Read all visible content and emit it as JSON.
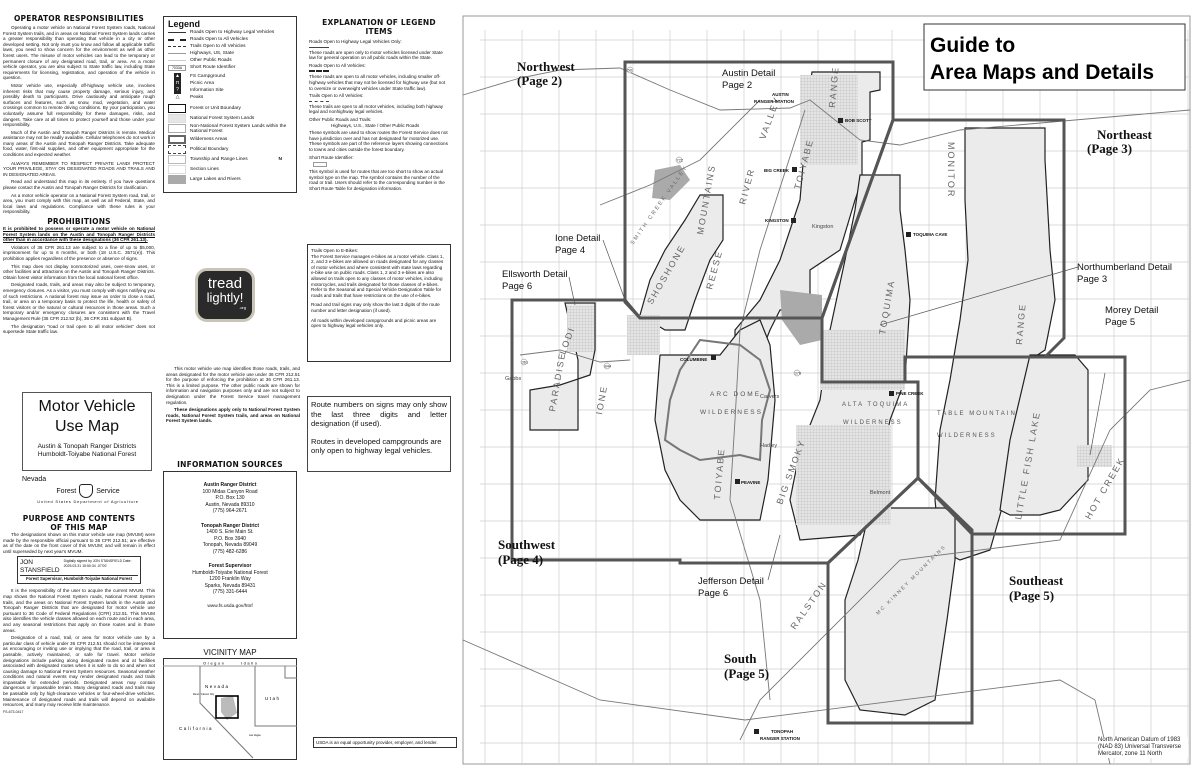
{
  "operator": {
    "title": "OPERATOR RESPONSIBILITIES",
    "paragraphs": [
      "Operating a motor vehicle on National Forest System roads, National Forest System trails, and in areas on National Forest System lands carries a greater responsibility than operating that vehicle in a city or other developed setting. Not only must you know and follow all applicable traffic laws, you need to show concern for the environment as well as other forest users. The misuse of motor vehicles can lead to the temporary or permanent closure of any designated road, trail, or area. As a motor vehicle operator, you are also subject to State traffic law, including State requirements for licensing, registration, and operation of the vehicle in question.",
      "Motor vehicle use, especially off-highway vehicle use, involves inherent risks that may cause property damage, serious injury, and possibly death to participants. Drive cautiously and anticipate rough surfaces and features, such as snow, mud, vegetation, and water crossings common to remote driving conditions. By your participation, you voluntarily assume full responsibility for these damages, risks, and dangers. Take care at all times to protect yourself and those under your responsibility.",
      "Much of the Austin and Tonopah Ranger Districts is remote. Medical assistance may not be readily available. Cellular telephones do not work in many areas of the Austin and Tonopah Ranger Districts. Take adequate food, water, first-aid supplies, and other equipment appropriate for the conditions and expected weather.",
      "ALWAYS REMEMBER TO RESPECT PRIVATE LAND! PROTECT YOUR PRIVILEGE, STAY ON DESIGNATED ROADS AND TRAILS AND IN DESIGNATED AREAS.",
      "Read and understand this map in its entirety. If you have questions please contact the Austin and Tonopah Ranger Districts for clarification.",
      "As a motor vehicle operator on a National Forest System road, trail, or area, you must comply with this map, as well as all Federal, State, and local laws and regulations. Compliance with these rules is your responsibility."
    ]
  },
  "prohibitions": {
    "title": "PROHIBITIONS",
    "lead": "It is prohibited to possess or operate a motor vehicle on National Forest System lands on the Austin and Tonopah Ranger Districts other than in accordance with these designations (36 CFR 261.13).",
    "paragraphs": [
      "Violators of 36 CFR 261.13 are subject to a fine of up to $5,000, imprisonment for up to 6 months, or both (18 U.S.C. 3571(e)). This prohibition applies regardless of the presence or absence of signs.",
      "This map does not display nonmotorized uses, over-snow uses, or other facilities and attractions on the Austin and Tonopah Ranger Districts. Obtain forest visitor information from the local national forest office.",
      "Designated roads, trails, and areas may also be subject to temporary, emergency closures. As a visitor, you must comply with signs notifying you of such restrictions. A national forest may issue an order to close a road, trail, or area on a temporary basis to protect the life, health or safety of forest visitors or the natural or cultural resources in those areas. Such a temporary and/or emergency closures are consistent with the Travel Management Rule (36 CFR 212.52 (b), 36 CFR 261 subpart B).",
      "The designation \"road or trail open to all motor vehicles\" does not supersede State traffic law."
    ]
  },
  "cover": {
    "title_line1": "Motor Vehicle",
    "title_line2": "Use Map",
    "sub1": "Austin & Tonopah Ranger Districts",
    "sub2": "Humboldt-Toiyabe National Forest",
    "state": "Nevada",
    "agency_left": "Forest",
    "agency_right": "Service",
    "usda": "United States Department of Agriculture"
  },
  "purpose": {
    "title1": "PURPOSE AND CONTENTS",
    "title2": "OF THIS MAP",
    "p1": "The designations shown on this motor vehicle use map (MVUM) were made by the responsible official pursuant to 36 CFR 212.51; are effective as of the date on the front cover of this MVUM; and will remain in effect until superseded by next year's MVUM.",
    "signature_name1": "JON",
    "signature_name2": "STANSFIELD",
    "signature_meta": "Digitally signed by JON STANSFIELD Date: 2025.03.31 15:50:34 -07'00'",
    "signature_title": "Forest Supervisor, Humboldt-Toiyabe National Forest",
    "p2": "It is the responsibility of the user to acquire the current MVUM. This map shows the National Forest System roads, National Forest System trails, and the areas on National Forest System lands in the Austin and Tonopah Ranger Districts that are designated for motor vehicle use pursuant to 36 Code of Federal Regulations (CFR) 212.51. This MVUM also identifies the vehicle classes allowed on each route and in each area, and any seasonal restrictions that apply on those routes and in those areas.",
    "p3": "Designation of a road, trail, or area for motor vehicle use by a particular class of vehicle under 36 CFR 212.51 should not be interpreted as encouraging or inviting use or implying that the road, trail, or area is passable, actively maintained, or safe for travel. Motor vehicle designations include parking along designated routes and at facilities associated with designated routes when it is safe to do so and when not causing damage to National Forest System resources. Seasonal weather conditions and natural events may render designated roads and trails impassable for extended periods. Designated areas may contain dangerous or impassable terrain. Many designated roads and trails may be passable only by high-clearance vehicles or four-wheel-drive vehicles. Maintenance of designated roads and trails will depend on available resources, and many may receive little maintenance.",
    "form_id": "FS-673-0417"
  },
  "legend": {
    "title": "Legend",
    "lines": [
      "Roads Open to Highway Legal Vehicles",
      "Roads Open to All Vehicles",
      "Trails Open to All Vehicles",
      "Highways, US, State",
      "Other Public Roads",
      "Short Route Identifier"
    ],
    "short_route_sample": "7033A",
    "symbols": [
      "FS Campground",
      "Picnic Area",
      "Information Site",
      "Peaks"
    ],
    "areas": [
      "Forest or Unit Boundary",
      "National Forest System Lands",
      "Non-National Forest System Lands within the National Forest",
      "Wilderness Areas",
      "Political Boundary",
      "Township and Range Lines",
      "Section Lines",
      "Large Lakes and Rivers"
    ],
    "north": "N"
  },
  "tread_lightly": {
    "line1": "tread",
    "line2": "lightly!",
    "org": ".org"
  },
  "purpose_note": {
    "p1": "This motor vehicle use map identifies those roads, trails, and areas designated for the motor vehicle use under 36 CFR 212.51 for the purpose of enforcing the prohibition at 36 CFR 261.13. This is a limited purpose. The other public roads are shown for information and navigation purposes only and are not subject to designation under the Forest Service travel management regulation.",
    "p2": "These designations apply only to National Forest System roads, National Forest System trails, and areas on National Forest System lands."
  },
  "info_sources": {
    "title": "INFORMATION SOURCES",
    "offices": [
      {
        "name": "Austin Ranger District",
        "lines": [
          "100 Midas Canyon Road",
          "P.O. Box 130",
          "Austin, Nevada 89310",
          "(775) 964-2671"
        ]
      },
      {
        "name": "Tonopah Ranger District",
        "lines": [
          "1400 S. Erie Main St.",
          "P.O. Box 3940",
          "Tonopah, Nevada 89049",
          "(775) 482-6286"
        ]
      },
      {
        "name": "Forest Supervisor",
        "lines": [
          "Humboldt-Toiyabe National Forest",
          "1200 Franklin Way",
          "Sparks, Nevada 89431",
          "(775) 331-6444"
        ]
      }
    ],
    "url": "www.fs.usda.gov/htnf"
  },
  "vicinity": {
    "title": "VICINITY MAP",
    "labels": {
      "oregon": "Oregon",
      "idaho": "Idaho",
      "nevada": "Nevada",
      "utah": "Utah",
      "california": "California",
      "reno": "Reno / Carson City",
      "vegas": "Las Vegas"
    }
  },
  "explanation": {
    "title": "EXPLANATION OF LEGEND ITEMS",
    "items": [
      {
        "head": "Roads Open to Highway Legal Vehicles Only:",
        "body": "These roads are open only to motor vehicles licensed under State law for general operation on all public roads within the State."
      },
      {
        "head": "Roads Open to All Vehicles:",
        "body": "These roads are open to all motor vehicles, including smaller off-highway vehicles that may not be licensed for highway use (but not to oversize or overweight vehicles under State traffic law)."
      },
      {
        "head": "Trails Open to All Vehicles:",
        "body": "These trails are open to all motor vehicles, including both highway legal and nonhighway legal vehicles."
      },
      {
        "head": "Other Public Roads and Trails:",
        "body": "Highways, U.S., State / Other Public Roads"
      },
      {
        "head": "",
        "body": "These symbols are used to show routes the Forest Service does not have jurisdiction over and has not designated for motorized use. These symbols are part of the reference layers showing connections to towns and cities outside the forest boundary."
      },
      {
        "head": "Short Route Identifier:",
        "body": "This symbol is used for routes that are too short to show an actual symbol type on the map. The symbol contains the number of the road or trail. Users should refer to the corresponding number in the Short Route Table for designation information."
      }
    ]
  },
  "ebikes": {
    "paragraphs": [
      "Trails Open to E-Bikes:",
      "The Forest Service manages e-bikes as a motor vehicle. Class 1, 2, and 3 e-bikes are allowed on roads designated for any classes of motor vehicles and where consistent with state laws regarding e-bike use on public roads. Class 1, 2 and 3 e-bikes are also allowed on trails open to any classes of motor vehicles, including motorcycles, and trails designated for those classes of e-bikes. Refer to the Seasonal and Special Vehicle Designation Table for roads and trails that have restrictions on the use of e-bikes.",
      "Road and trail signs may only show the last 3 digits of the route number and letter designation (if used).",
      "All roads within developed campgrounds and picnic areas are open to highway legal vehicles only."
    ]
  },
  "route_note": {
    "p1": "Route numbers on signs may only show the last three digits and letter designation (if used).",
    "p2": "Routes in developed campgrounds are only open to highway legal vehicles."
  },
  "usda_note": "USDA is an equal opportunity provider, employer, and lender.",
  "datum_note": "North American Datum of 1983 (NAD 83) Universal Transverse Mercator, zone 11 North",
  "map": {
    "title_line1": "Guide to",
    "title_line2": "Area Maps and Details",
    "regions": {
      "northwest": [
        "Northwest",
        "(Page 2)"
      ],
      "northeast": [
        "Northeast",
        "(Page 3)"
      ],
      "southwest": [
        "Southwest",
        "(Page 4)"
      ],
      "southeast": [
        "Southeast",
        "(Page 5)"
      ],
      "south": [
        "South",
        "(Page 5)"
      ]
    },
    "details": {
      "austin": [
        "Austin Detail",
        "Page 2"
      ],
      "ione": [
        "Ione Detail",
        "Page 4"
      ],
      "ellsworth": [
        "Ellsworth Detail",
        "Page 6"
      ],
      "northumberland": [
        "Northumberland Detail",
        "Page 3"
      ],
      "morey": [
        "Morey Detail",
        "Page 5"
      ],
      "jefferson": [
        "Jefferson Detail",
        "Page 6"
      ]
    },
    "features": {
      "shoshone": "SHOSHONE",
      "mountains": "MOUNTAINS",
      "reese": "REESE",
      "river": "RIVER",
      "valley": "VALLEY",
      "toiyabe": "TOIYABE",
      "range": "RANGE",
      "smith_creek": "SMITH CREEK VALLEY",
      "toquima": "TOQUIMA",
      "monitor": "MONITOR",
      "arc_dome": "ARC DOME",
      "wilderness": "WILDERNESS",
      "alta_toquima": "ALTA TOQUIMA",
      "table_mountain": "TABLE MOUNTAIN",
      "big_smoky": "BIG SMOKY",
      "lodi": "LODI",
      "paradise": "PARADISE",
      "ione": "IONE",
      "ralston": "RALSTON",
      "mckinney": "MC KINNEY MOUNTAINS",
      "hot_creek": "HOT CREEK",
      "little_fish_lake": "LITTLE FISH LAKE",
      "gabbs": "Gabbs",
      "carvers": "Carvers",
      "hadley": "Hadley",
      "belmont": "Belmont",
      "kingston_town": "Kingston"
    },
    "sites": {
      "austin_rs": [
        "AUSTIN",
        "RANGER STATION"
      ],
      "tonopah_rs": [
        "TONOPAH",
        "RANGER STATION"
      ],
      "big_creek": "BIG CREEK",
      "kingston": "KINGSTON",
      "bob_scott": "BOB SCOTT",
      "toquima_cave": "TOQUIMA CAVE",
      "columbine": "COLUMBINE",
      "peavine": "PEAVINE",
      "pine_creek": "PINE CREEK"
    },
    "route_shields": [
      "50",
      "376",
      "361",
      "844",
      "722",
      "6"
    ]
  }
}
